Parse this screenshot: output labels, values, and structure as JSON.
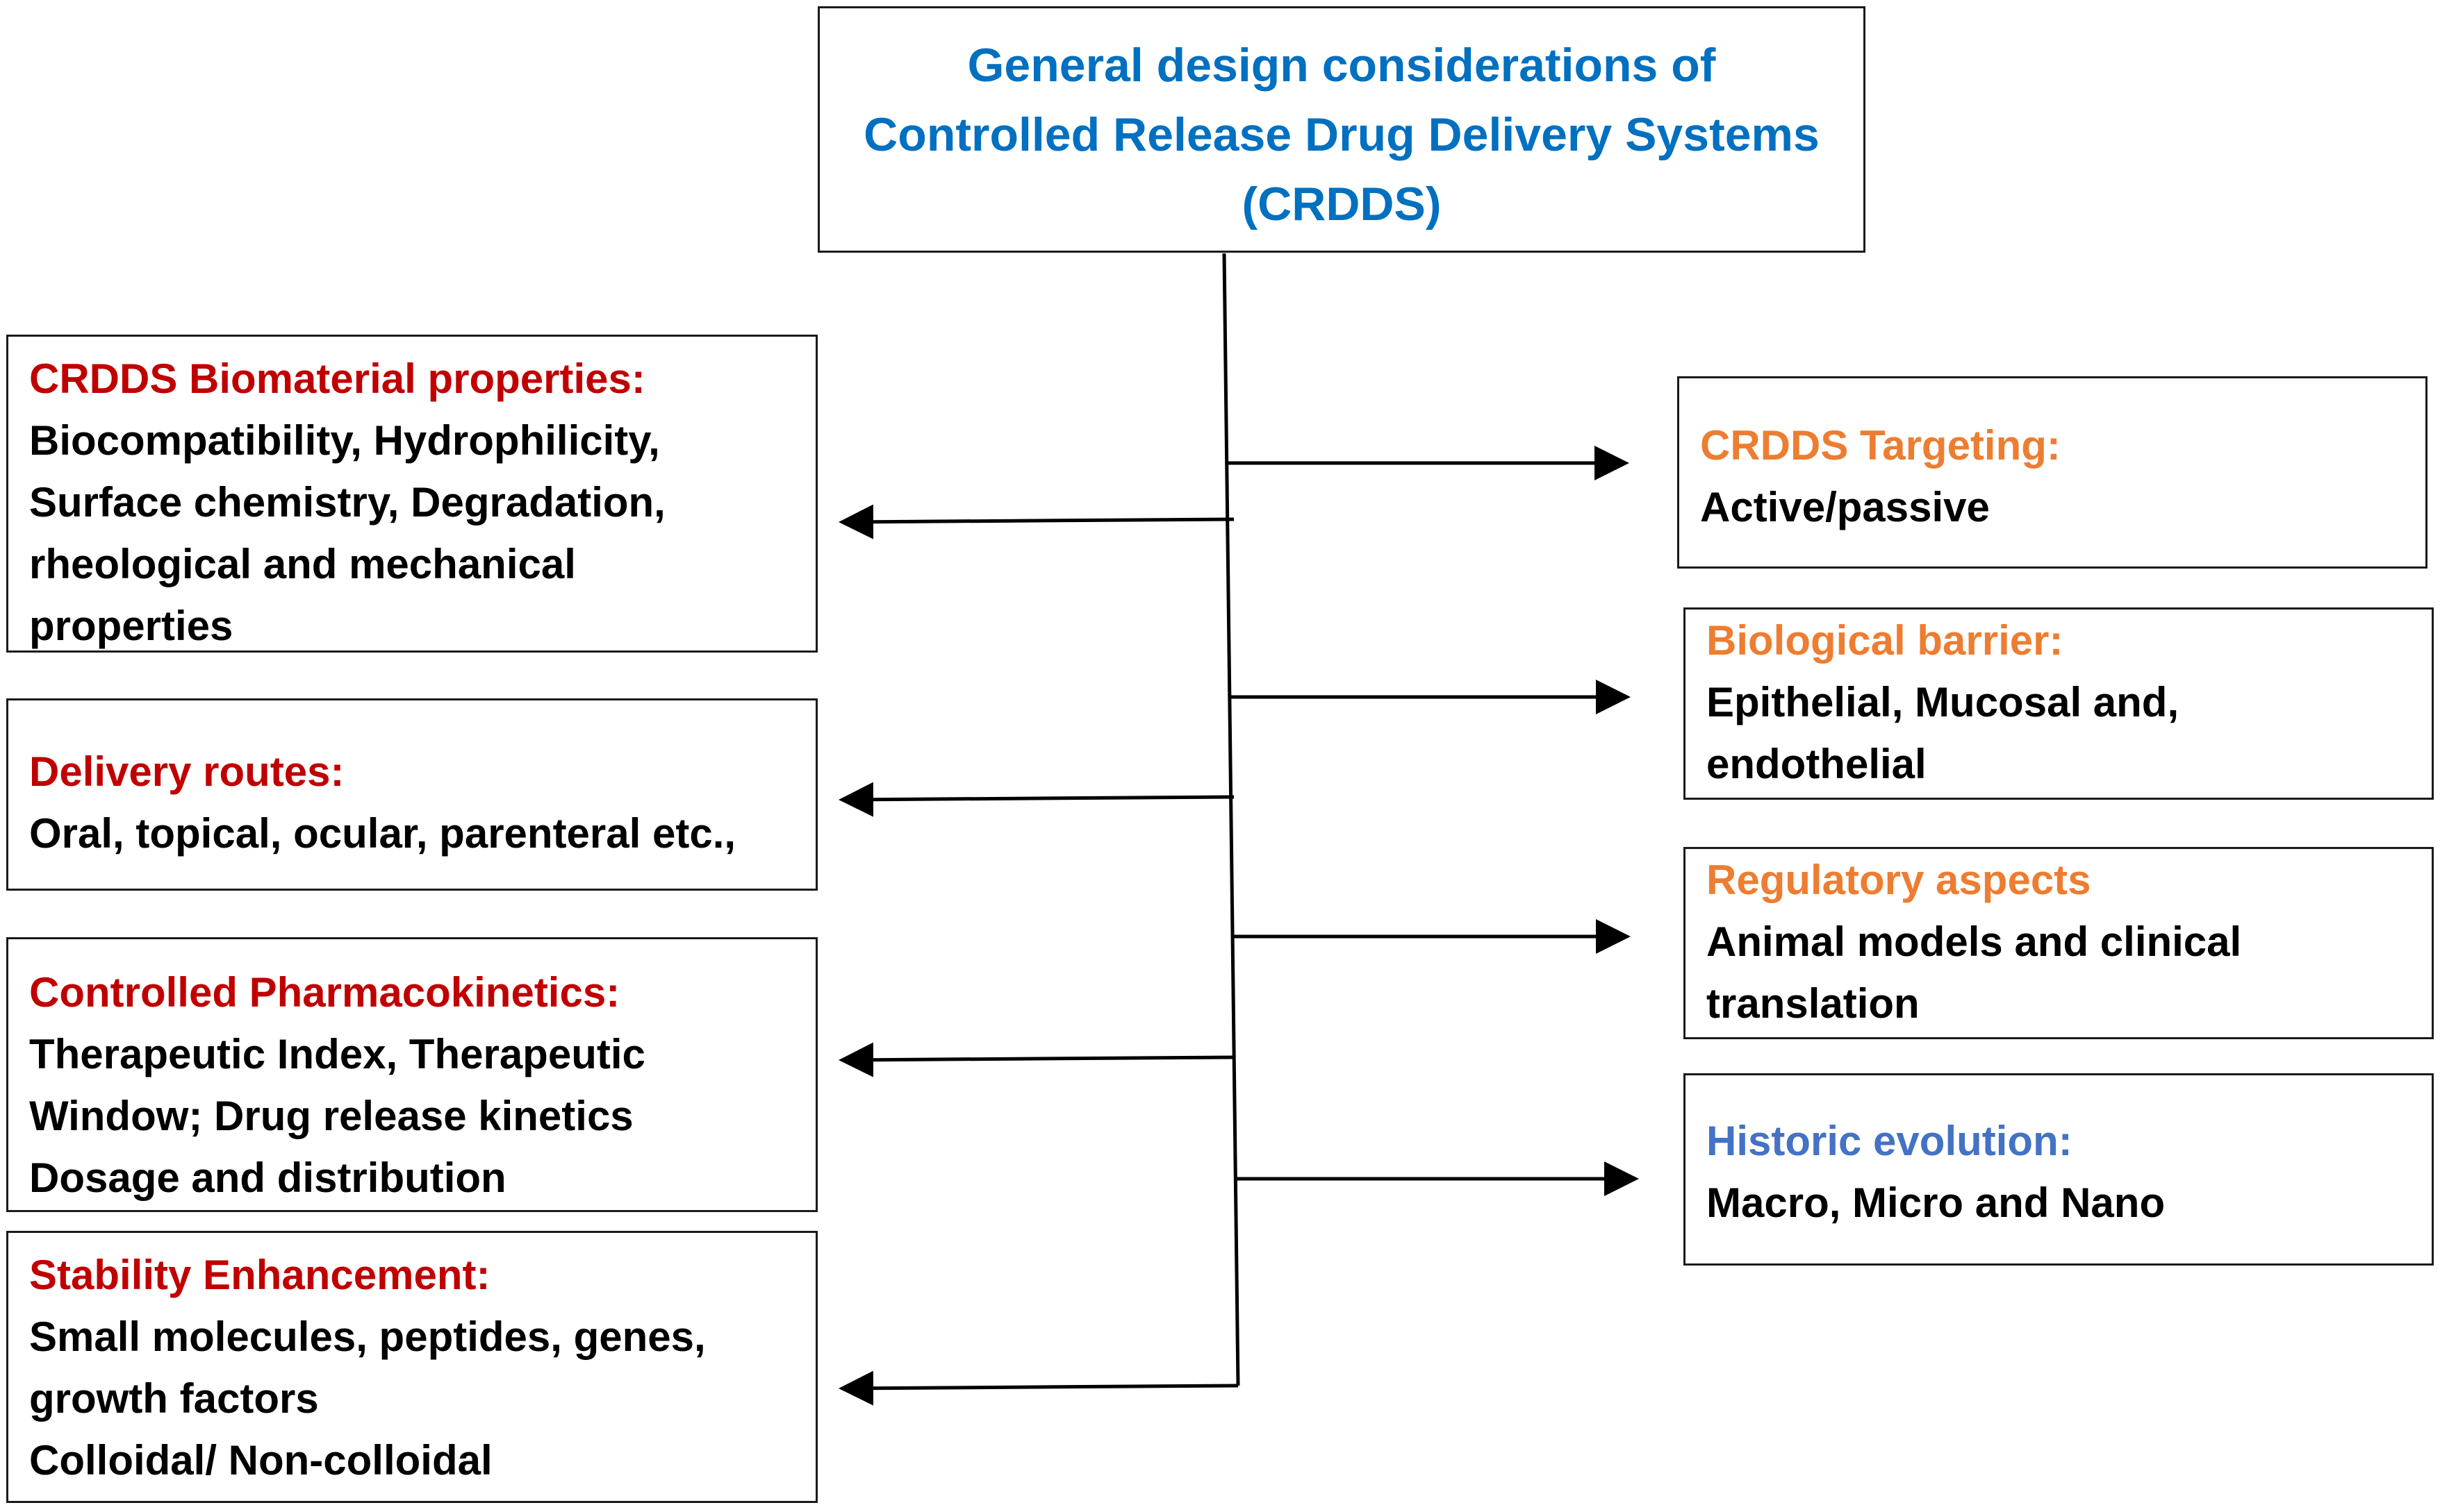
{
  "title": {
    "lines": [
      "General design considerations of",
      "Controlled Release Drug Delivery Systems",
      "(CRDDS)"
    ]
  },
  "left_boxes": [
    {
      "heading": "CRDDS Biomaterial properties:",
      "lines": [
        "Biocompatibility, Hydrophilicity,",
        "Surface chemistry, Degradation,",
        "rheological and mechanical",
        "properties"
      ]
    },
    {
      "heading": "Delivery routes:",
      "lines": [
        "Oral, topical, ocular, parenteral etc.,"
      ]
    },
    {
      "heading": "Controlled Pharmacokinetics:",
      "lines": [
        "Therapeutic Index, Therapeutic",
        "Window; Drug release kinetics",
        "Dosage and distribution"
      ]
    },
    {
      "heading": "Stability Enhancement:",
      "lines": [
        "Small molecules, peptides, genes,",
        "growth factors",
        "Colloidal/ Non-colloidal"
      ]
    }
  ],
  "right_boxes": [
    {
      "heading": "CRDDS Targeting:",
      "lines": [
        "Active/passive"
      ]
    },
    {
      "heading": "Biological barrier:",
      "lines": [
        "Epithelial, Mucosal and,",
        "endothelial"
      ]
    },
    {
      "heading": "Regulatory aspects",
      "lines": [
        "Animal models and clinical",
        "translation"
      ]
    },
    {
      "heading": "Historic evolution:",
      "lines": [
        "Macro, Micro and Nano"
      ]
    }
  ],
  "colors": {
    "title": "#0070c0",
    "left_heading": "#c00000",
    "right_heading": "#ed7d31",
    "historic_heading": "#4472c4",
    "body_text": "#000000",
    "lines": "#000000"
  }
}
